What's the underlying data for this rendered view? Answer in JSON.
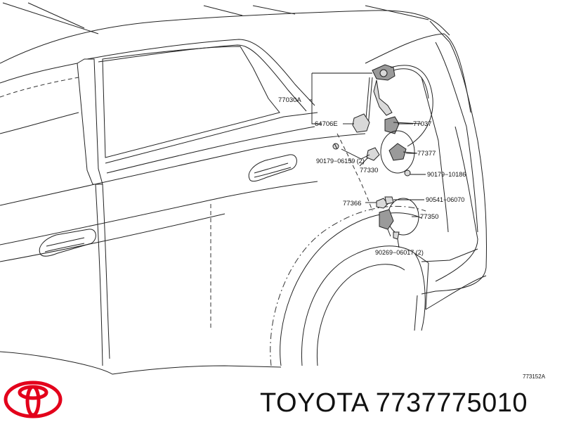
{
  "diagram": {
    "callouts": {
      "c77030A": "77030A",
      "c64706E": "64706E",
      "c77037": "77037",
      "c77377": "77377",
      "c90179_06159": "90179−06159 (2)",
      "c77330": "77330",
      "c90179_10186": "90179−10186",
      "c77366": "77366",
      "c90541_06070": "90541−06070",
      "c77350": "77350",
      "c90269_06017": "90269−06017 (2)"
    },
    "figure_code": "773152A"
  },
  "caption": {
    "brand": "TOYOTA",
    "part_number": "7737775010"
  },
  "colors": {
    "logo_red": "#e3001b",
    "line": "#222222",
    "text": "#111111"
  }
}
